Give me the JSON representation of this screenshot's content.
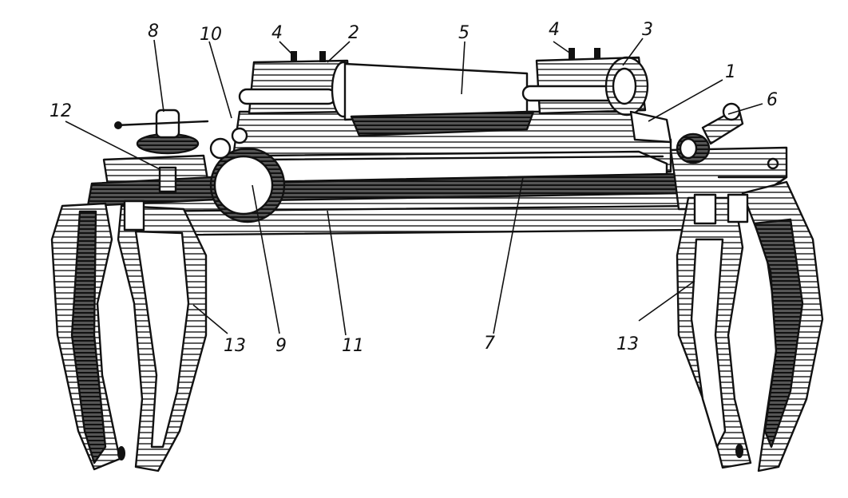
{
  "callouts": [
    {
      "id": "1",
      "text": "1"
    },
    {
      "id": "2",
      "text": "2"
    },
    {
      "id": "3",
      "text": "3"
    },
    {
      "id": "4a",
      "text": "4"
    },
    {
      "id": "4b",
      "text": "4"
    },
    {
      "id": "5",
      "text": "5"
    },
    {
      "id": "6",
      "text": "6"
    },
    {
      "id": "7",
      "text": "7"
    },
    {
      "id": "8",
      "text": "8"
    },
    {
      "id": "9",
      "text": "9"
    },
    {
      "id": "10",
      "text": "10"
    },
    {
      "id": "11",
      "text": "11"
    },
    {
      "id": "12",
      "text": "12"
    },
    {
      "id": "13a",
      "text": "13"
    },
    {
      "id": "13b",
      "text": "13"
    }
  ],
  "colors": {
    "ink": "#111111",
    "paper": "#ffffff"
  }
}
